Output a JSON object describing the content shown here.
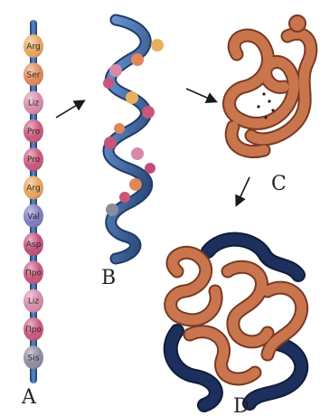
{
  "panels": {
    "a": {
      "label": "A"
    },
    "b": {
      "label": "B"
    },
    "c": {
      "label": "C"
    },
    "d": {
      "label": "D"
    }
  },
  "chain": [
    {
      "name": "Arg",
      "color": "#e8a35a"
    },
    {
      "name": "Ser",
      "color": "#e0875a"
    },
    {
      "name": "Liz",
      "color": "#d78aa8"
    },
    {
      "name": "Pro",
      "color": "#c9567a"
    },
    {
      "name": "Pro",
      "color": "#c9567a"
    },
    {
      "name": "Arg",
      "color": "#e8a35a"
    },
    {
      "name": "Val",
      "color": "#7f7ac0"
    },
    {
      "name": "Asp",
      "color": "#c0507a"
    },
    {
      "name": "Про",
      "color": "#c9567a"
    },
    {
      "name": "Liz",
      "color": "#d78aa8"
    },
    {
      "name": "Про",
      "color": "#c9567a"
    },
    {
      "name": "Sis",
      "color": "#8c8ca0"
    }
  ],
  "colors": {
    "strand_blue": "#3c6fb0",
    "strand_dark": "#1f3b66",
    "tertiary_orange": "#c9764e",
    "tertiary_dark": "#7a3a22",
    "quaternary_navy": "#1d2f5c",
    "arrow": "#1a1a1a"
  }
}
